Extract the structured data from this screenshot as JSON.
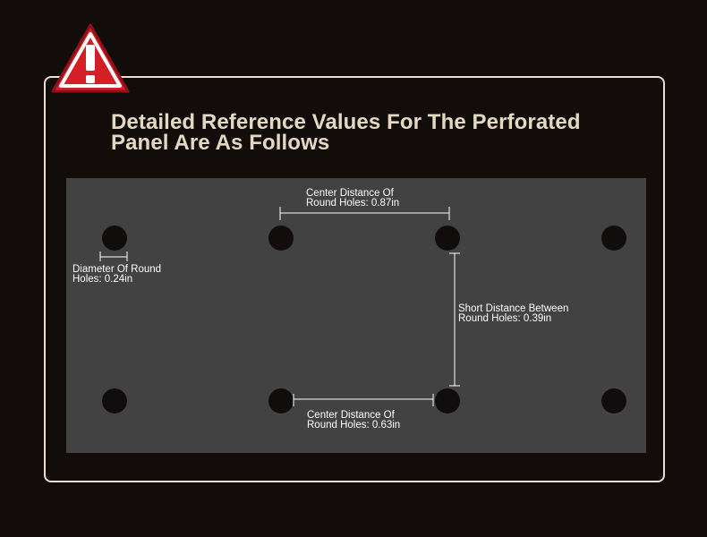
{
  "title": {
    "line1": "Detailed Reference Values For The Perforated",
    "line2": "Panel Are As Follows"
  },
  "warning_icon": "exclamation-triangle-icon",
  "colors": {
    "background": "#120c0a",
    "frame_border": "#e9dfca",
    "title_text": "#e4d8c2",
    "panel": "#424242",
    "hole": "#110d0c",
    "warning_red": "#d41f26"
  },
  "annotations": {
    "center_distance_top": {
      "line1": "Center Distance Of",
      "line2": "Round Holes: 0.87in"
    },
    "diameter": {
      "line1": "Diameter Of Round",
      "line2": "Holes: 0.24in"
    },
    "short_distance": {
      "line1": "Short Distance Between",
      "line2": "Round Holes: 0.39in"
    },
    "center_distance_bottom": {
      "line1": "Center Distance Of",
      "line2": "Round Holes: 0.63in"
    }
  },
  "holes": {
    "rows": 2,
    "columns": 4,
    "count": 8
  }
}
